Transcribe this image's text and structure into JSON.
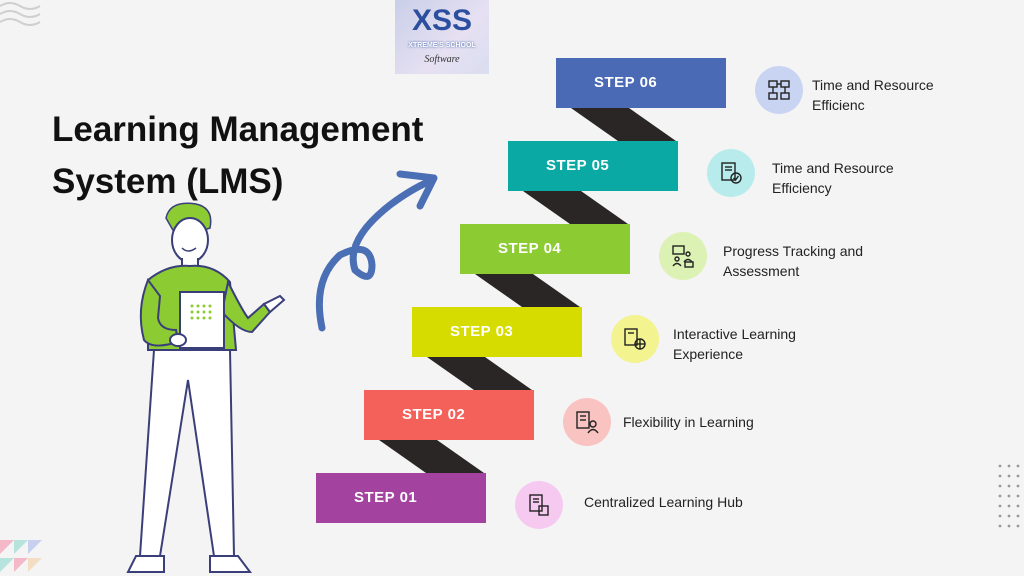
{
  "logo": {
    "mark": "XSS",
    "line1": "XTREME'S SCHOOL",
    "line2": "Software"
  },
  "title": {
    "line1": "Learning Management",
    "line2": "System (LMS)"
  },
  "steps": [
    {
      "label": "STEP 01",
      "description": "Centralized Learning Hub",
      "color": "#a3439f",
      "icon_bg": "#f6c9f1",
      "icon": "document-box-icon"
    },
    {
      "label": "STEP 02",
      "description": "Flexibility in Learning",
      "color": "#f4605a",
      "icon_bg": "#f8c3c0",
      "icon": "document-user-icon"
    },
    {
      "label": "STEP 03",
      "description": "Interactive Learning Experience",
      "color": "#d7dc00",
      "icon_bg": "#f3f38f",
      "icon": "document-globe-icon"
    },
    {
      "label": "STEP 04",
      "description": "Progress Tracking and Assessment",
      "color": "#8ccb32",
      "icon_bg": "#dcf1b4",
      "icon": "presentation-users-icon"
    },
    {
      "label": "STEP 05",
      "description": "Time and Resource Efficiency",
      "color": "#0ba9a4",
      "icon_bg": "#b8ecec",
      "icon": "document-check-icon"
    },
    {
      "label": "STEP 06",
      "description": "Time and Resource Efficienc",
      "color": "#4a6ab5",
      "icon_bg": "#c8d4f1",
      "icon": "devices-network-icon"
    }
  ]
}
